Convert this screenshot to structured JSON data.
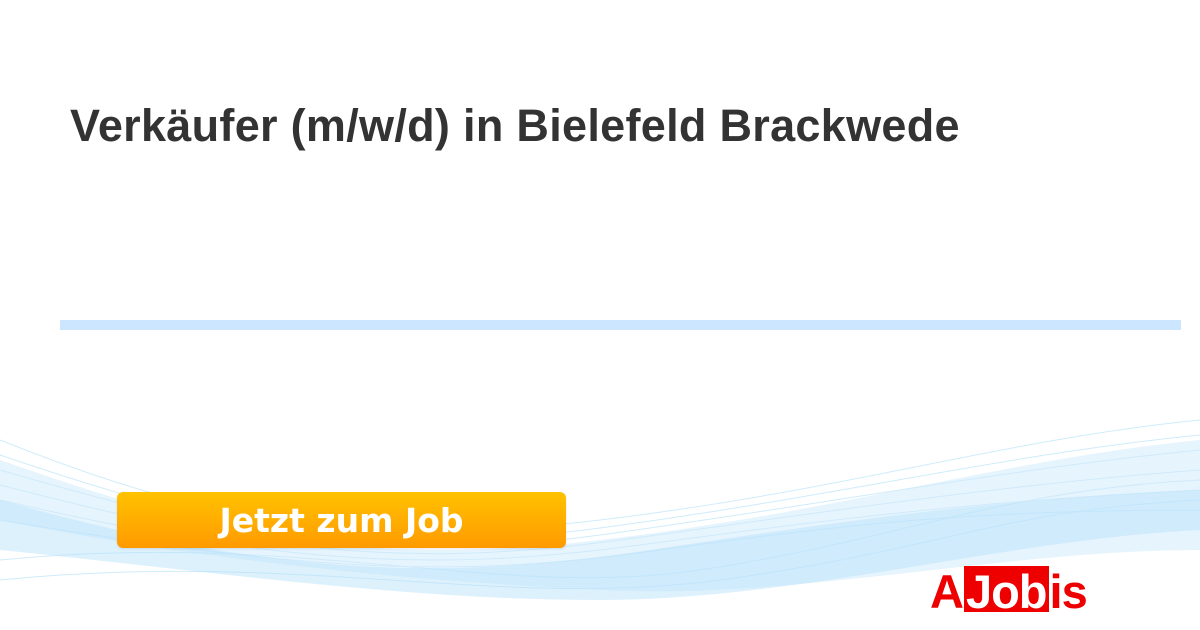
{
  "title": "Verkäufer (m/w/d) in Bielefeld Brackwede",
  "cta_label": "Jetzt zum Job",
  "logo": {
    "prefix": "A",
    "boxed": "Job",
    "suffix": "is"
  },
  "colors": {
    "title": "#333333",
    "divider": "#cce6ff",
    "cta_top": "#ffc200",
    "cta_bottom": "#ff9a00",
    "logo": "#ee0000",
    "wave": "#9fd4f5"
  }
}
